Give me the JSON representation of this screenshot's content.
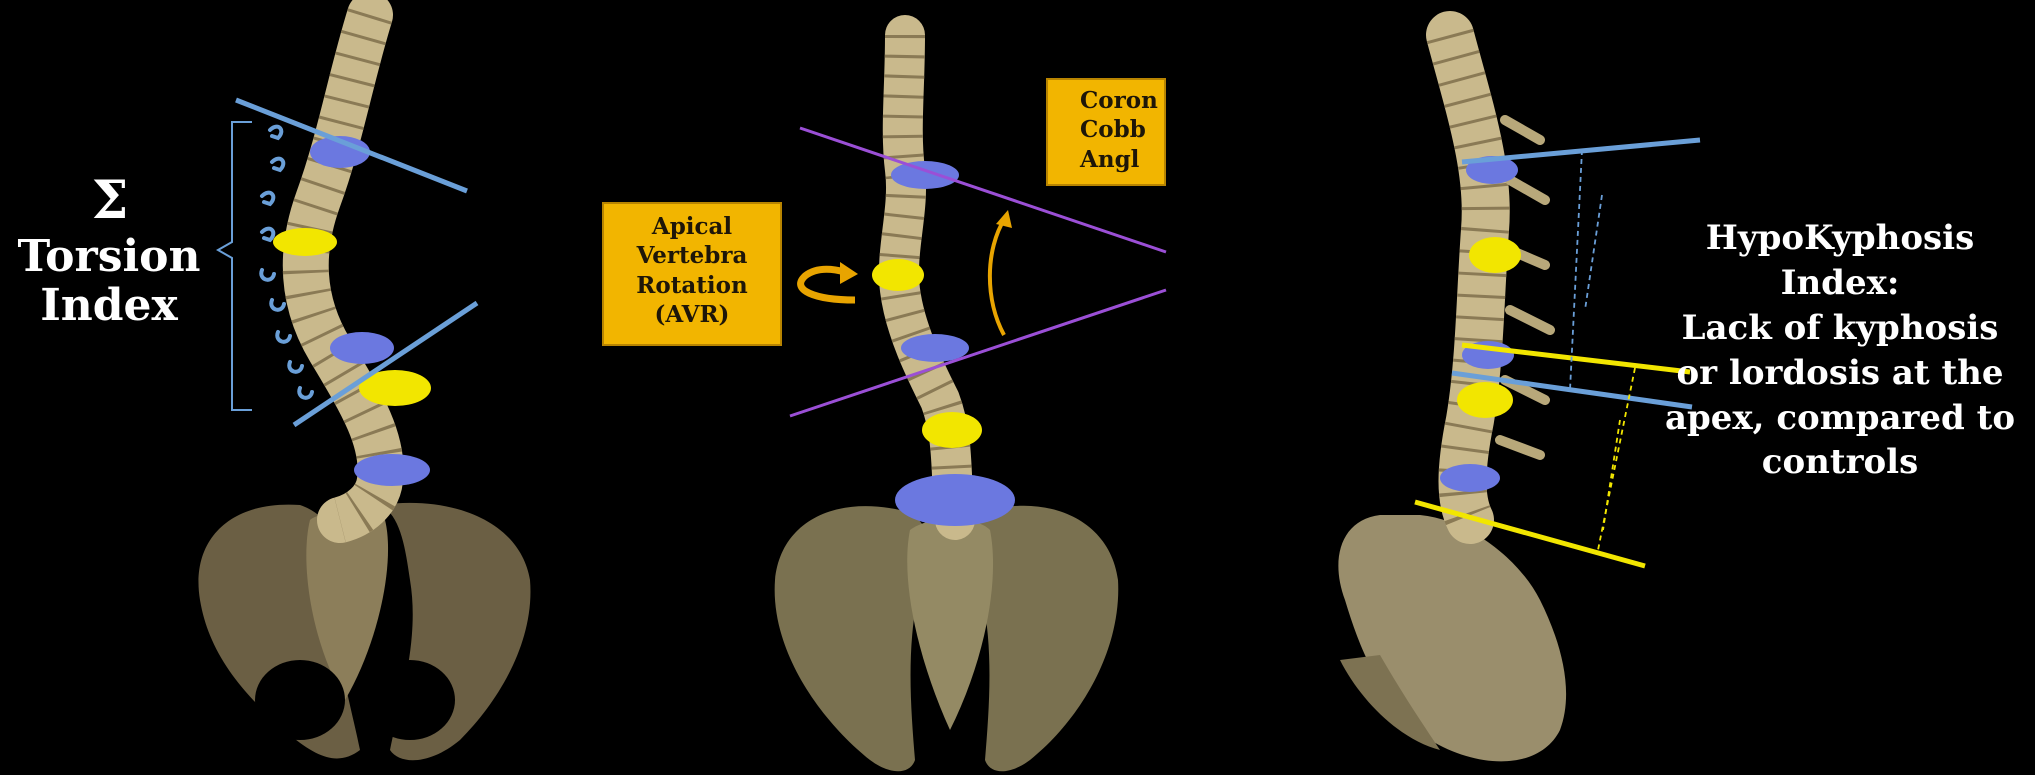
{
  "panels": [
    {
      "name": "torsion-index",
      "text": {
        "sigma": "Σ",
        "label": "Torsion Index"
      }
    },
    {
      "name": "coronal-cobb",
      "text": {
        "avr": [
          "Apical",
          "Vertebra",
          "Rotation",
          "(AVR)"
        ],
        "cobb": [
          "Coron",
          "Cobb",
          "Angl"
        ]
      }
    },
    {
      "name": "hypokyphosis",
      "text": {
        "lines": [
          "HypoKyphosis",
          "Index:",
          "Lack of kyphosis",
          "or lordosis at the",
          "apex, compared to",
          "controls"
        ]
      }
    }
  ],
  "colors": {
    "background": "#000000",
    "bone": "#c9b98c",
    "bone_dark": "#7d6f4e",
    "apical_yellow": "#f2e600",
    "end_vertebra_blue": "#6b78e0",
    "measure_blue": "#6a9fd8",
    "measure_purple": "#9b4fd6",
    "label_orange": "#f2b500",
    "arrow_orange": "#e8a400",
    "text_white": "#ffffff"
  }
}
